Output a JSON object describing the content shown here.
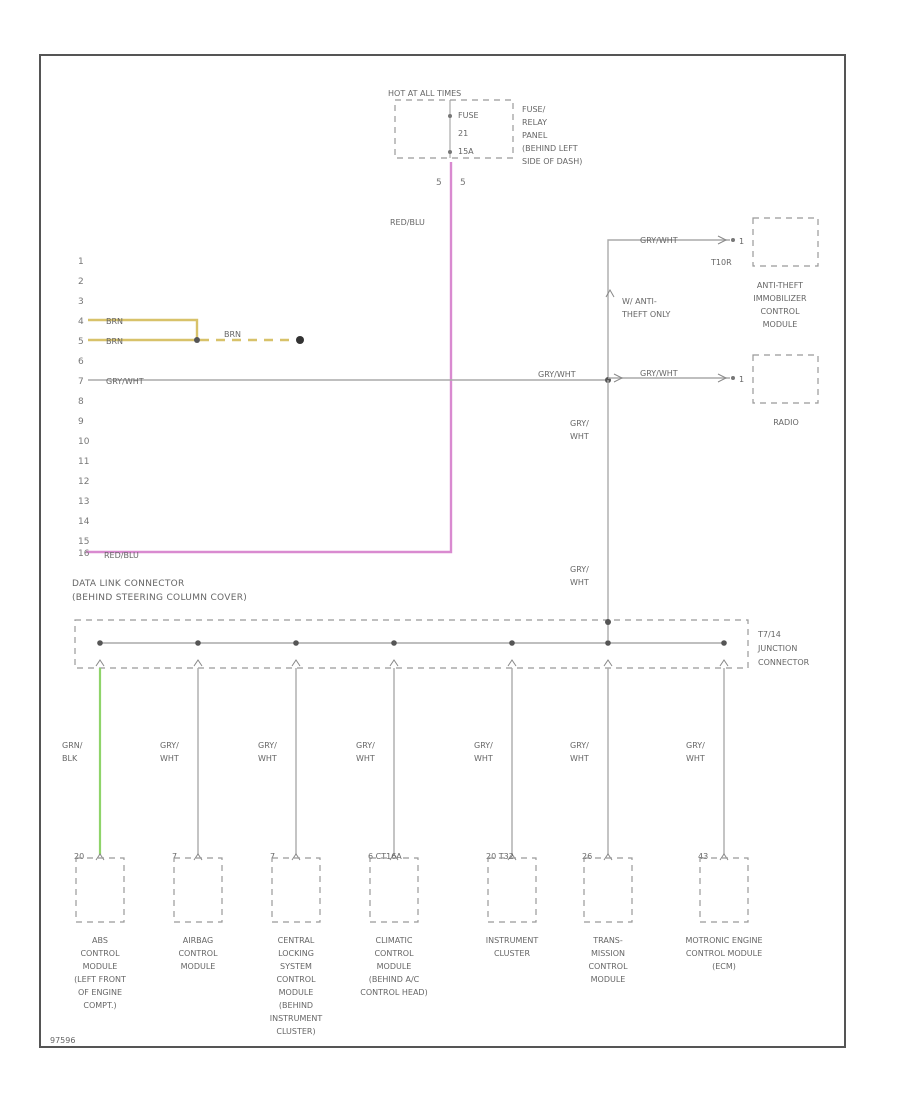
{
  "colors": {
    "wire_gray": "#aaaaaa",
    "wire_pink": "#d98ad0",
    "wire_yellow": "#d8c26a",
    "wire_green": "#8fd46a",
    "border": "#555555"
  },
  "fuse_panel": {
    "header": "HOT AT ALL TIMES",
    "fuse_label": "FUSE",
    "fuse_number": "21",
    "fuse_rating": "15A",
    "description": [
      "FUSE/",
      "RELAY",
      "PANEL",
      "(BEHIND LEFT",
      "SIDE OF DASH)"
    ],
    "pin_left": "5",
    "pin_right": "5",
    "wire_color": "RED/BLU"
  },
  "dlc": {
    "pins": [
      "1",
      "2",
      "3",
      "4",
      "5",
      "6",
      "7",
      "8",
      "9",
      "10",
      "11",
      "12",
      "13",
      "14",
      "15",
      "16"
    ],
    "pin4_wire": "BRN",
    "pin5_wire": "BRN",
    "ground_wire": "BRN",
    "pin7_wire": "GRY/WHT",
    "pin16_wire": "RED/BLU",
    "label_line1": "DATA LINK CONNECTOR",
    "label_line2": "(BEHIND STEERING COLUMN COVER)"
  },
  "anti_theft": {
    "wire": "GRY/WHT",
    "pin": "1",
    "connector": "T10R",
    "note_line1": "W/ ANTI-",
    "note_line2": "THEFT ONLY",
    "label": [
      "ANTI-THEFT",
      "IMMOBILIZER",
      "CONTROL",
      "MODULE"
    ]
  },
  "radio": {
    "splice_wire": "GRY/WHT",
    "wire": "GRY/WHT",
    "pin": "1",
    "label": "RADIO"
  },
  "vertical_gray_wire": {
    "upper": [
      "GRY/",
      "WHT"
    ],
    "lower": [
      "GRY/",
      "WHT"
    ]
  },
  "junction": {
    "label": [
      "T7/14",
      "JUNCTION",
      "CONNECTOR"
    ]
  },
  "modules": [
    {
      "wire": [
        "GRN/",
        "BLK"
      ],
      "pin": "20",
      "label": [
        "ABS",
        "CONTROL",
        "MODULE",
        "(LEFT FRONT",
        "OF ENGINE",
        "COMPT.)"
      ]
    },
    {
      "wire": [
        "GRY/",
        "WHT"
      ],
      "pin": "7",
      "label": [
        "AIRBAG",
        "CONTROL",
        "MODULE"
      ]
    },
    {
      "wire": [
        "GRY/",
        "WHT"
      ],
      "pin": "7",
      "label": [
        "CENTRAL",
        "LOCKING",
        "SYSTEM",
        "CONTROL",
        "MODULE",
        "(BEHIND",
        "INSTRUMENT",
        "CLUSTER)"
      ]
    },
    {
      "wire": [
        "GRY/",
        "WHT"
      ],
      "pin": "6  CT16A",
      "label": [
        "CLIMATIC",
        "CONTROL",
        "MODULE",
        "(BEHIND A/C",
        "CONTROL HEAD)"
      ]
    },
    {
      "wire": [
        "GRY/",
        "WHT"
      ],
      "pin": "20  T32",
      "label": [
        "INSTRUMENT",
        "CLUSTER"
      ]
    },
    {
      "wire": [
        "GRY/",
        "WHT"
      ],
      "pin": "26",
      "label": [
        "TRANS-",
        "MISSION",
        "CONTROL",
        "MODULE"
      ]
    },
    {
      "wire": [
        "GRY/",
        "WHT"
      ],
      "pin": "43",
      "label": [
        "MOTRONIC ENGINE",
        "CONTROL MODULE",
        "(ECM)"
      ]
    }
  ],
  "footer_code": "97596"
}
